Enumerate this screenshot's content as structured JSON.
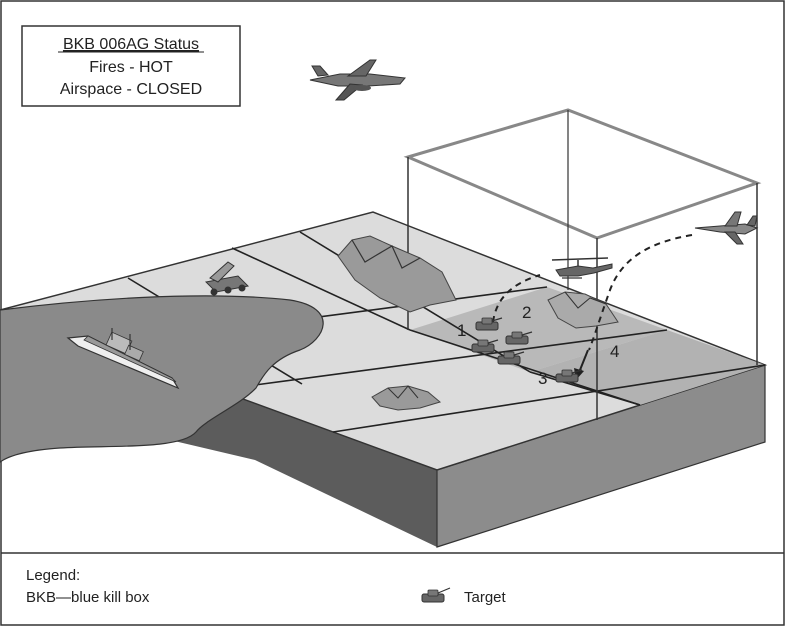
{
  "status_box": {
    "title": "BKB 006AG Status",
    "fires": "Fires - HOT",
    "airspace": "Airspace - CLOSED"
  },
  "subsector_labels": [
    "1",
    "2",
    "3",
    "4"
  ],
  "legend": {
    "heading": "Legend:",
    "bkb_definition": "BKB—blue kill box",
    "target_label": "Target"
  },
  "colors": {
    "border": "#333333",
    "water": "#8a8a8a",
    "terrain_light": "#dcdcdc",
    "killbox_cell": "#b4b4b4",
    "side_front": "#8c8c8c",
    "side_left": "#5c5c5c"
  },
  "icons": {
    "aircraft": [
      "bomber-aircraft-icon",
      "fighter-jet-icon",
      "attack-helicopter-icon"
    ],
    "ground": [
      "rocket-launcher-truck-icon",
      "warship-icon",
      "tank-icon"
    ],
    "terrain": [
      "mountain-icon"
    ]
  }
}
